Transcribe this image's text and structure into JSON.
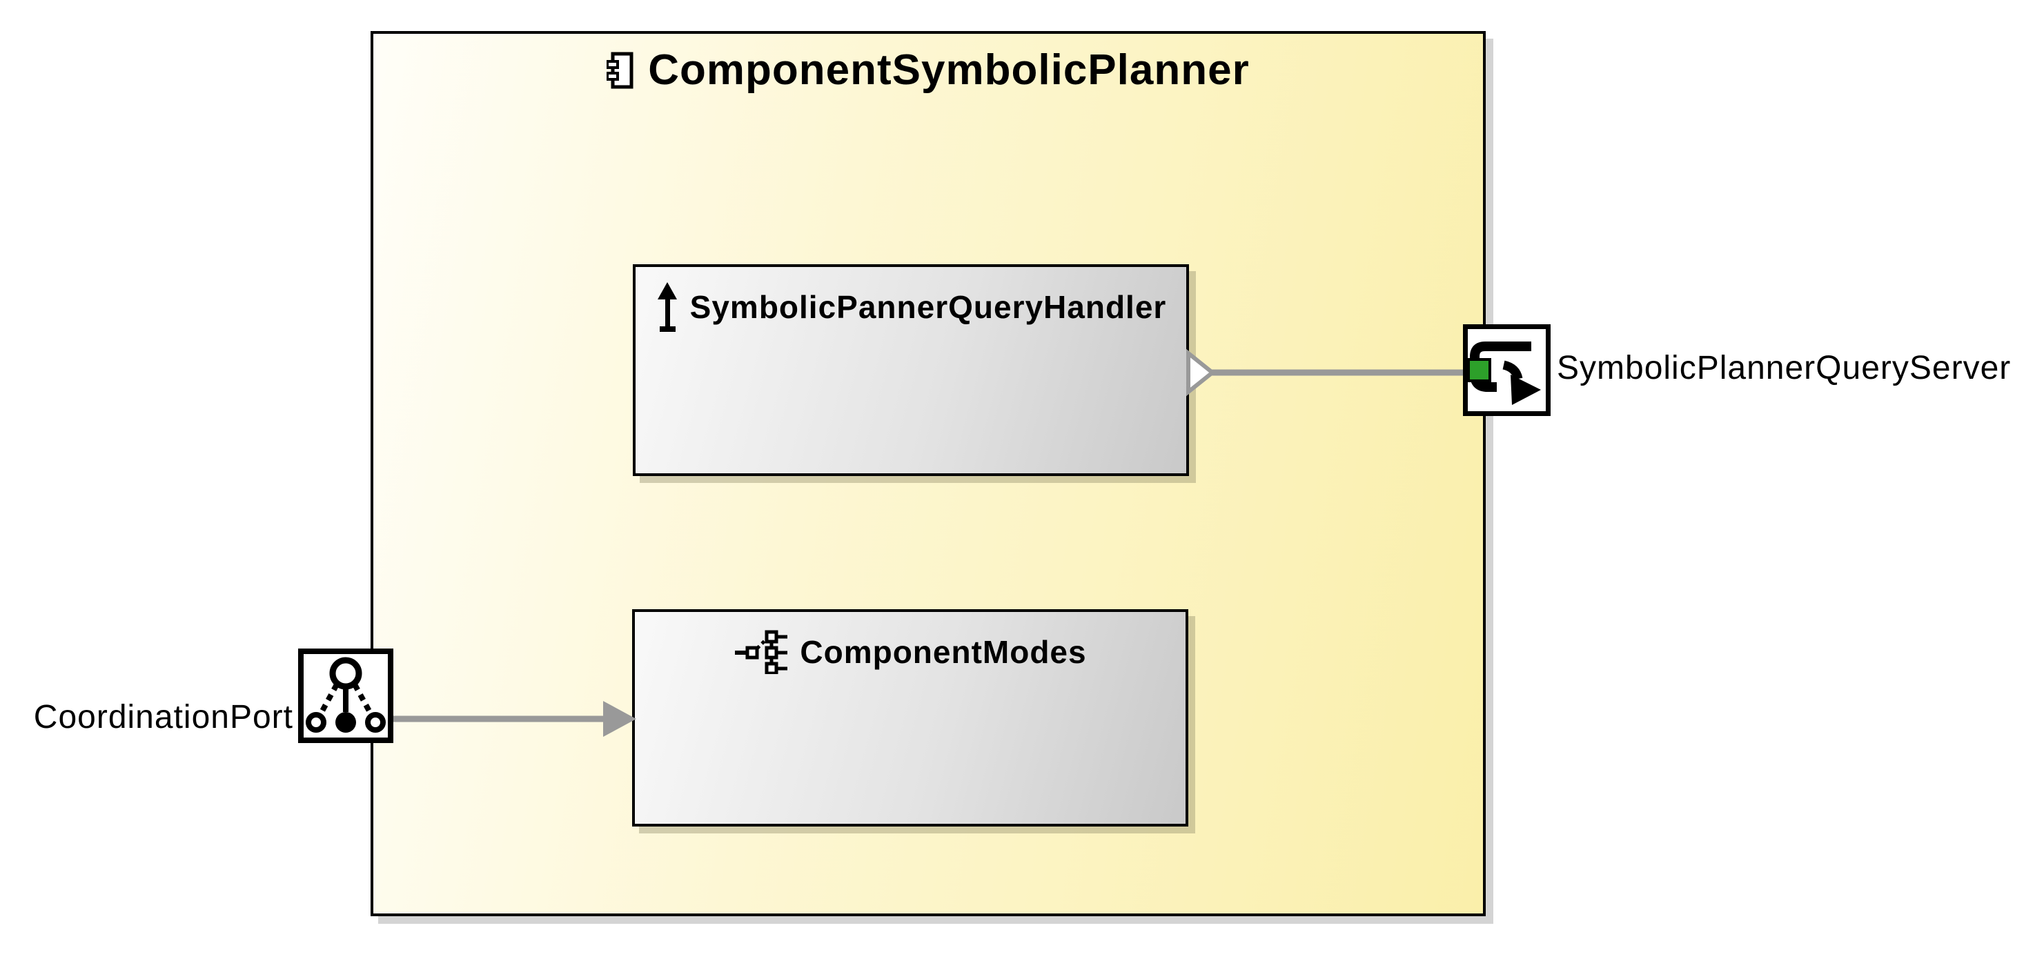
{
  "diagram": {
    "type": "uml-component-diagram",
    "title": {
      "text": "ComponentSymbolicPlanner",
      "icon": "uml-component-icon"
    },
    "components": [
      {
        "id": "handler",
        "label": "SymbolicPannerQueryHandler",
        "icon": "up-arrow-icon"
      },
      {
        "id": "modes",
        "label": "ComponentModes",
        "icon": "modes-tree-icon"
      }
    ],
    "ports": [
      {
        "id": "query_server",
        "label": "SymbolicPlannerQueryServer",
        "side": "right",
        "icon": "server-port-icon",
        "marker_color": "#2da02a"
      },
      {
        "id": "coordination",
        "label": "CoordinationPort",
        "side": "left",
        "icon": "coordination-port-icon"
      }
    ],
    "connectors": [
      {
        "from": "SymbolicPannerQueryHandler",
        "to": "SymbolicPlannerQueryServer",
        "style": "provided-service",
        "arrowhead": "hollow-triangle",
        "color": "#999999"
      },
      {
        "from": "CoordinationPort",
        "to": "ComponentModes",
        "style": "directed",
        "arrowhead": "solid-triangle",
        "color": "#999999"
      }
    ],
    "colors": {
      "outer_fill_start": "#fffef8",
      "outer_fill_end": "#faefaa",
      "inner_fill_start": "#f9f9f9",
      "inner_fill_end": "#c9c9c9",
      "border": "#000000",
      "connector": "#999999",
      "green_marker": "#2da02a",
      "shadow": "#d4d4d4"
    }
  }
}
